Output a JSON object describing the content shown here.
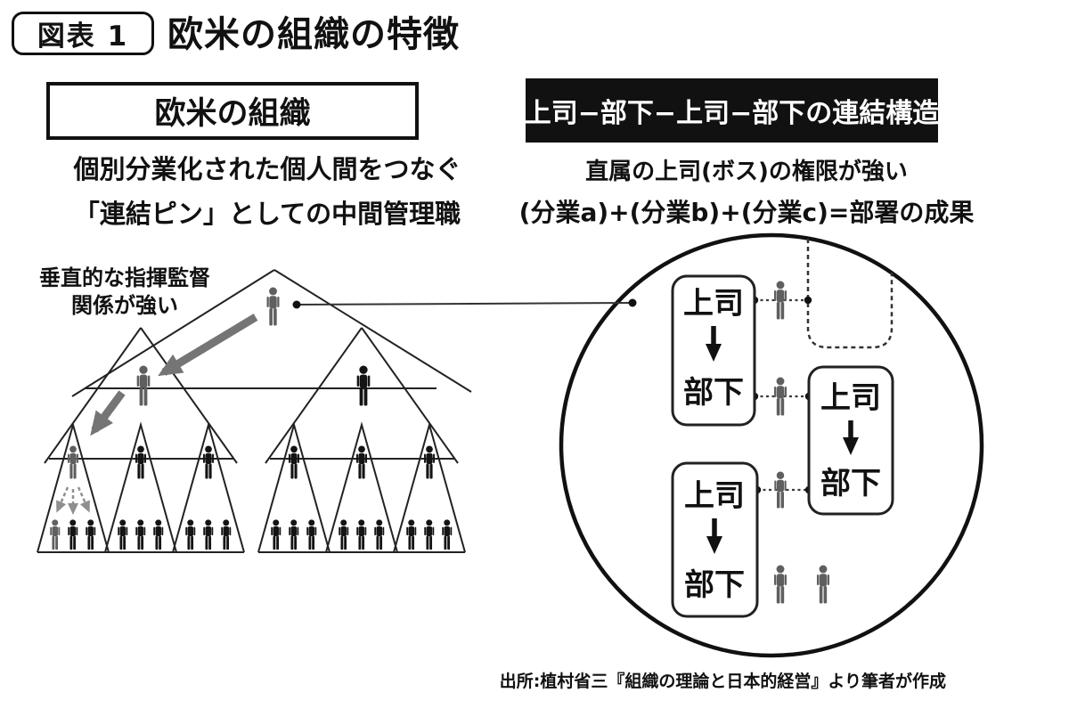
{
  "figure": {
    "tag_label": "図表 1",
    "title": "欧米の組織の特徴"
  },
  "left_panel": {
    "header": "欧米の組織",
    "description_line1": "個別分業化された個人間をつなぐ",
    "description_line2_emphasis": "「連結ピン」",
    "description_line2_rest": "としての中間管理職",
    "annotation_line1": "垂直的な指揮監督",
    "annotation_line2": "関係が強い"
  },
  "right_panel": {
    "header": "上司−部下−上司−部下の連結構造",
    "description_line1": "直属の上司(ボス)の権限が強い",
    "description_line2": "(分業a)+(分業b)+(分業c)=部署の成果",
    "pairs": [
      {
        "boss": "上司",
        "subordinate": "部下"
      },
      {
        "boss": "上司",
        "subordinate": "部下"
      },
      {
        "boss": "上司",
        "subordinate": "部下"
      }
    ]
  },
  "source": "出所:植村省三『組織の理論と日本的経営』より筆者が作成",
  "icons": {
    "person": "person-pictogram-icon",
    "down_arrow": "down-arrow-icon",
    "diagonal_arrow": "diagonal-command-arrow-icon"
  },
  "colors": {
    "ink": "#111111",
    "person_black": "#141414",
    "person_gray": "#5f5f5f",
    "arrow_gray": "#757575",
    "background": "#ffffff"
  }
}
